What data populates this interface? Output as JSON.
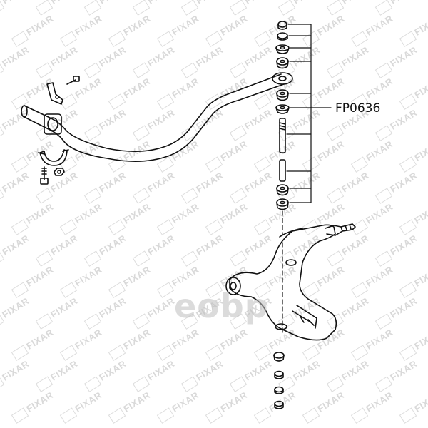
{
  "part_number": "FP0636",
  "watermark_text": "FIXAR",
  "center_logo_text": "eobp",
  "colors": {
    "line": "#111111",
    "watermark": "#d9d9d9",
    "background": "#ffffff"
  }
}
